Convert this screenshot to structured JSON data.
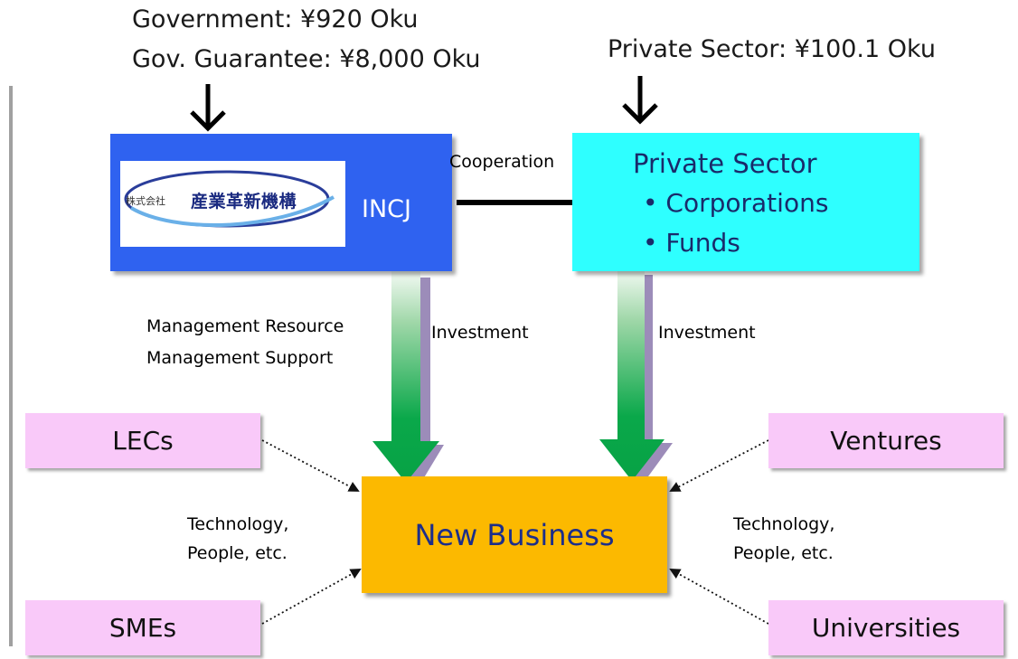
{
  "funding": {
    "government": "Government: ¥920 Oku",
    "guarantee": "Gov. Guarantee: ¥8,000 Oku",
    "private": "Private Sector: ¥100.1 Oku"
  },
  "incj": {
    "label": "INCJ",
    "logo_kaisha": "株式会社",
    "logo_main": "産業革新機構"
  },
  "private_sector": {
    "title": "Private Sector",
    "items": [
      "• Corporations",
      "• Funds"
    ]
  },
  "cooperation_label": "Cooperation",
  "left_arrow": {
    "labels": [
      "Management Resource",
      "Management Support"
    ],
    "investment_label": "Investment"
  },
  "right_arrow": {
    "investment_label": "Investment"
  },
  "new_business": "New Business",
  "sources": {
    "lecs": "LECs",
    "smes": "SMEs",
    "ventures": "Ventures",
    "universities": "Universities"
  },
  "contribution_labels": {
    "left": [
      "Technology,",
      "People, etc."
    ],
    "right": [
      "Technology,",
      "People, etc."
    ]
  },
  "colors": {
    "incj_box": "#2f62f0",
    "private_box": "#2effff",
    "new_business_box": "#fcb900",
    "side_box": "#f9c9f9",
    "arrow_green": "#0aa84a"
  }
}
